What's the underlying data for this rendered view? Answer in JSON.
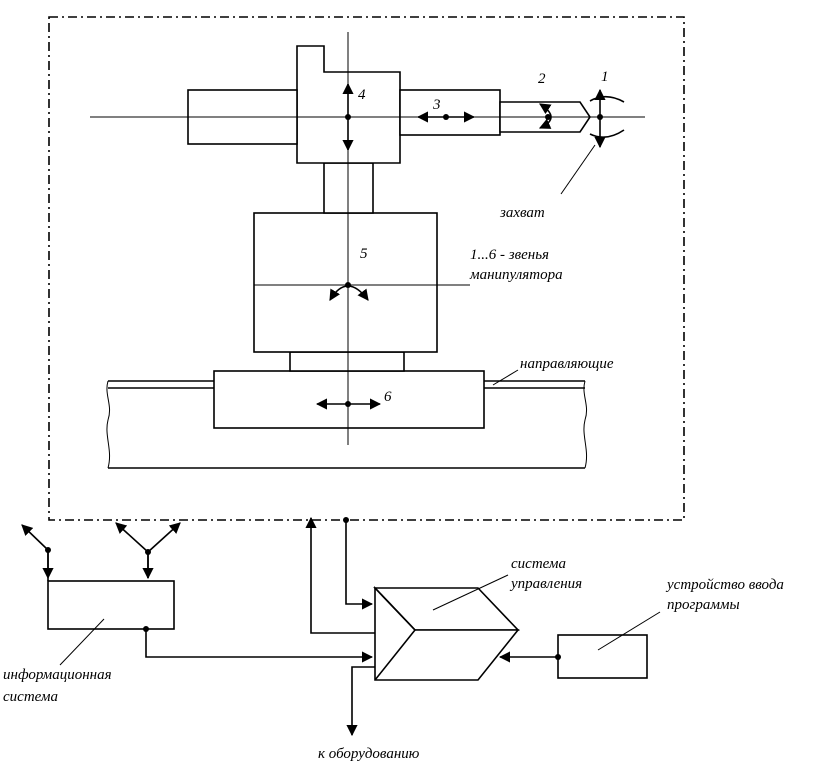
{
  "links": {
    "l1": "1",
    "l2": "2",
    "l3": "3",
    "l4": "4",
    "l5": "5",
    "l6": "6"
  },
  "labels": {
    "grip": "захват",
    "links_note_line1": "1...6 - звенья",
    "links_note_line2": "манипулятора",
    "guides": "направляющие",
    "control_system_line1": "система",
    "control_system_line2": "управления",
    "input_device_line1": "устройство ввода",
    "input_device_line2": "программы",
    "info_system_line1": "информационная",
    "info_system_line2": "система",
    "to_equipment": "к оборудованию"
  }
}
